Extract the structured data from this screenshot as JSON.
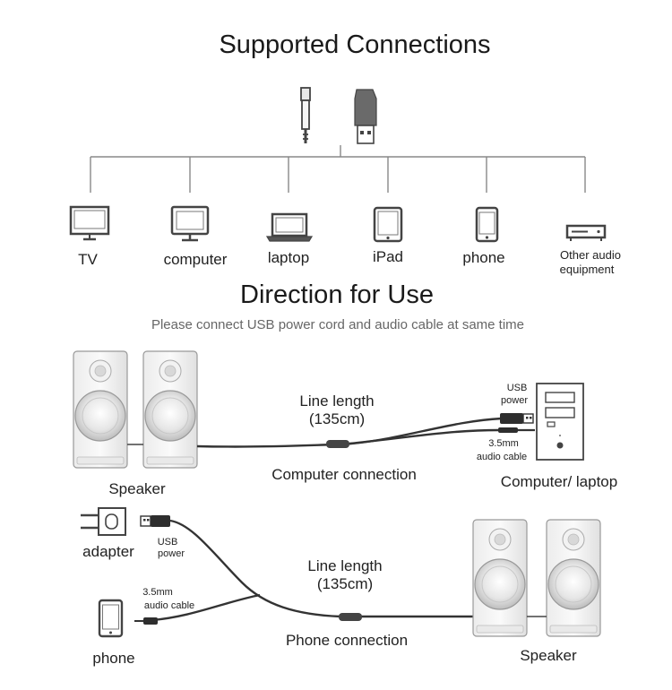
{
  "supported": {
    "title": "Supported Connections",
    "devices": [
      {
        "label": "TV",
        "icon": "tv-icon"
      },
      {
        "label": "computer",
        "icon": "monitor-icon"
      },
      {
        "label": "laptop",
        "icon": "laptop-icon"
      },
      {
        "label": "iPad",
        "icon": "tablet-icon"
      },
      {
        "label": "phone",
        "icon": "phone-icon"
      },
      {
        "label_line1": "Other audio",
        "label_line2": "equipment",
        "icon": "audio-equipment-icon"
      }
    ],
    "plug_icons": [
      "audio-jack-icon",
      "usb-plug-icon"
    ]
  },
  "direction": {
    "title": "Direction for Use",
    "subtitle": "Please connect USB power cord and audio cable at same time"
  },
  "computer_connection": {
    "speaker_label": "Speaker",
    "line_length_line1": "Line length",
    "line_length_line2": "(135cm)",
    "caption": "Computer connection",
    "usb_line1": "USB",
    "usb_line2": "power",
    "cable_line1": "3.5mm",
    "cable_line2": "audio cable",
    "device_label": "Computer/ laptop"
  },
  "phone_connection": {
    "adapter_label": "adapter",
    "usb_line1": "USB",
    "usb_line2": "power",
    "cable_line1": "3.5mm",
    "cable_line2": "audio cable",
    "phone_label": "phone",
    "line_length_line1": "Line length",
    "line_length_line2": "(135cm)",
    "caption": "Phone connection",
    "speaker_label": "Speaker"
  },
  "colors": {
    "line": "#444444",
    "text": "#222222",
    "subtitle": "#666666",
    "speaker_fill": "#f4f4f4"
  }
}
